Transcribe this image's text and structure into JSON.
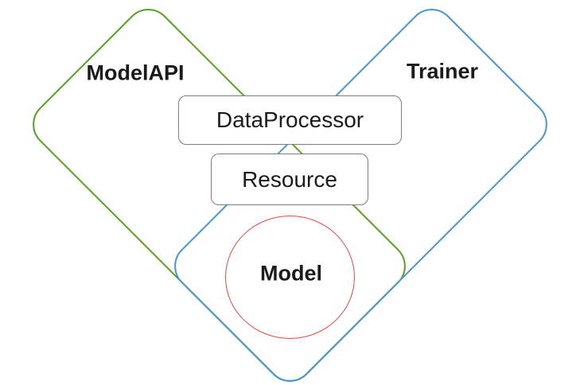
{
  "diagram": {
    "background_color": "#ffffff",
    "text_color": "#1b1b1b",
    "sets": [
      {
        "label": "ModelAPI",
        "color": "#56a121",
        "shape": "rounded-diamond",
        "position": "left"
      },
      {
        "label": "Trainer",
        "color": "#4796d2",
        "shape": "rounded-diamond",
        "position": "right"
      }
    ],
    "boxes": [
      {
        "label": "DataProcessor",
        "border_color": "#7f7f7f",
        "shape": "rounded-rect"
      },
      {
        "label": "Resource",
        "border_color": "#7f7f7f",
        "shape": "rounded-rect"
      }
    ],
    "circle": {
      "label": "Model",
      "color": "#ef4444",
      "shape": "ellipse"
    }
  }
}
